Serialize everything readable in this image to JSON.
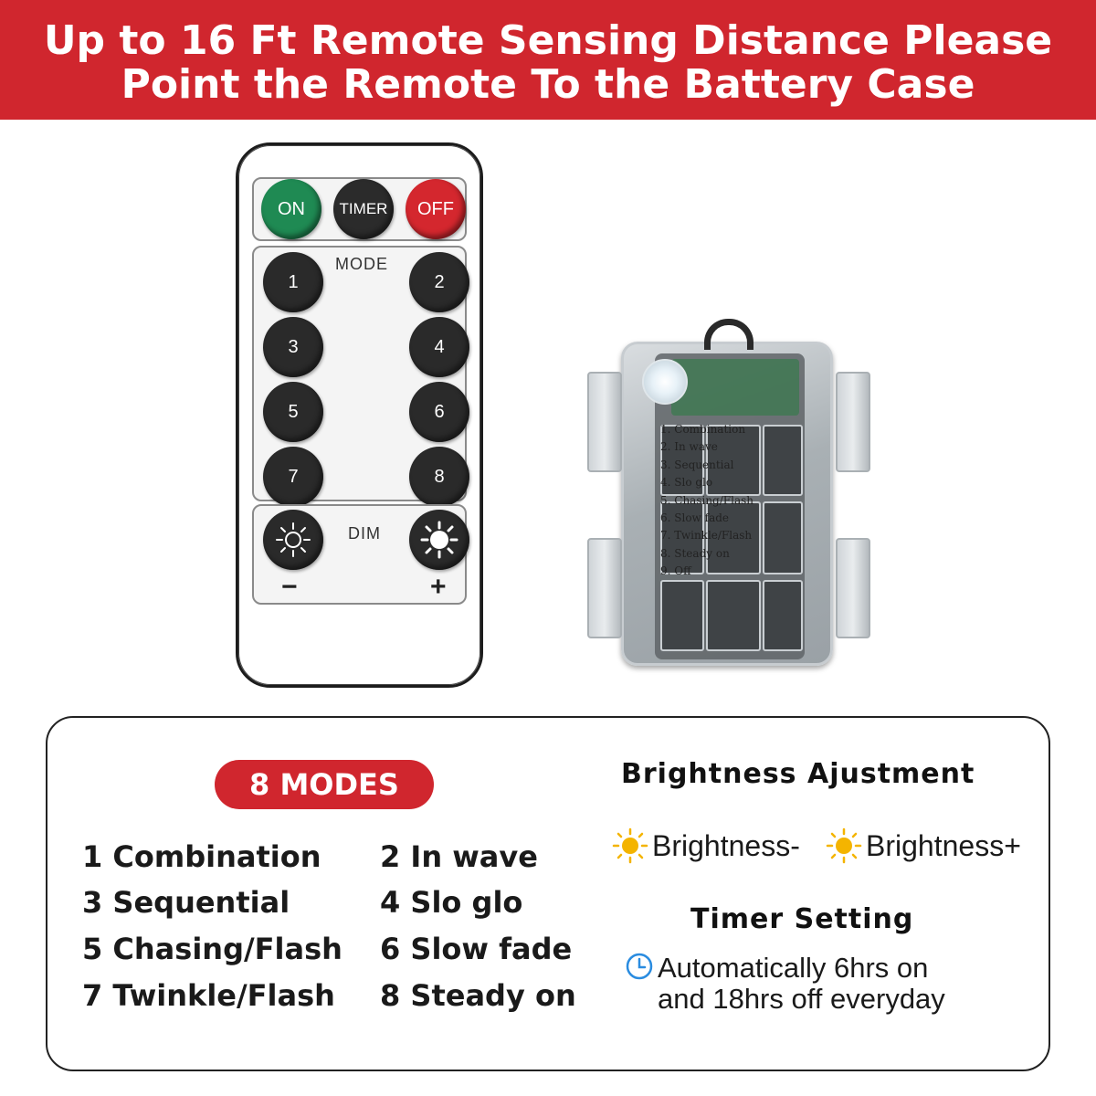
{
  "banner": {
    "line1": "Up to 16 Ft Remote Sensing Distance Please",
    "line2": "Point the Remote To the Battery Case"
  },
  "remote": {
    "on_label": "ON",
    "timer_label": "TIMER",
    "off_label": "OFF",
    "mode_label": "MODE",
    "buttons": [
      "1",
      "2",
      "3",
      "4",
      "5",
      "6",
      "7",
      "8"
    ],
    "dim_label": "DIM",
    "minus_label": "−",
    "plus_label": "+"
  },
  "battery_case": {
    "modes": [
      "1. Combination",
      "2. In wave",
      "3. Sequential",
      "4. Slo glo",
      "5. Chasing/Flash",
      "6. Slow fade",
      "7. Twinkle/Flash",
      "8. Steady on",
      "9. Off"
    ]
  },
  "info": {
    "modes_badge": "8 MODES",
    "modes": [
      "1 Combination",
      "2 In wave",
      "3 Sequential",
      "4 Slo glo",
      "5 Chasing/Flash",
      "6 Slow fade",
      "7 Twinkle/Flash",
      "8 Steady on"
    ],
    "brightness_heading": "Brightness Ajustment",
    "brightness_minus": "Brightness-",
    "brightness_plus": "Brightness+",
    "timer_heading": "Timer Setting",
    "timer_line1": "Automatically 6hrs on",
    "timer_line2": "and 18hrs off everyday"
  },
  "colors": {
    "brand_red": "#d0262e",
    "on_green": "#1f8a53",
    "sun_yellow": "#f4b400",
    "clock_blue": "#2a8ce0"
  },
  "icons": [
    "sun-icon",
    "clock-icon",
    "dim-minus-sun-icon",
    "dim-plus-sun-icon"
  ]
}
